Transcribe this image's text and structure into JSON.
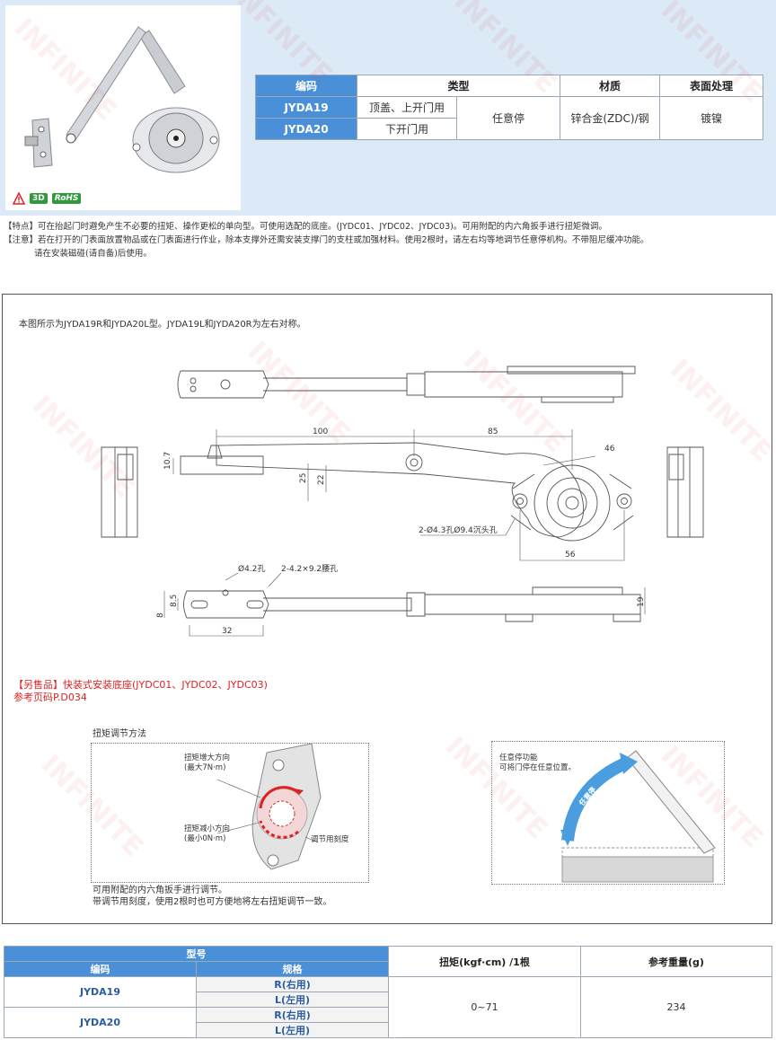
{
  "watermark": "INFINITE",
  "badges": {
    "b3d": "3D",
    "rohs": "RoHS"
  },
  "spec_table": {
    "headers": [
      "编码",
      "类型",
      "材质",
      "表面处理"
    ],
    "rows": [
      {
        "code": "JYDA19",
        "type": "顶盖、上开门用"
      },
      {
        "code": "JYDA20",
        "type": "下开门用"
      }
    ],
    "stop": "任意停",
    "material": "锌合金(ZDC)/钢",
    "finish": "镀镍"
  },
  "notes": {
    "feature": "【特点】可在抬起门时避免产生不必要的扭矩、操作更松的单向型。可使用选配的底座。(JYDC01、JYDC02、JYDC03)。可用附配的内六角扳手进行扭矩微调。",
    "caution1": "【注意】若在打开的门表面放置物品或在门表面进行作业，除本支撑外还需安装支撑门的支柱或加强材料。使用2根时，请左右均等地调节任意停机构。不带阻尼缓冲功能。",
    "caution2": "请在安装磁碰(请自备)后使用。"
  },
  "figure": {
    "caption": "本图所示为JYDA19R和JYDA20L型。JYDA19L和JYDA20R为左右对称。",
    "dims": {
      "d100": "100",
      "d85": "85",
      "d46": "46",
      "d10_7": "10.7",
      "d25": "25",
      "d22": "22",
      "holes": "2-Ø4.3孔Ø9.4沉头孔",
      "d56": "56",
      "hole42": "Ø4.2孔",
      "slot": "2-4.2×9.2腰孔",
      "d8_5": "8.5",
      "d8": "8",
      "d32": "32",
      "d19": "19"
    },
    "option_title": "【另售品】快装式安装底座(JYDC01、JYDC02、JYDC03)",
    "option_ref": "参考页码P.D034",
    "torque_title": "扭矩调节方法",
    "torque_up": "扭矩增大方向",
    "torque_up_max": "(最大7N·m)",
    "torque_down": "扭矩减小方向",
    "torque_down_min": "(最小0N·m)",
    "scale_label": "调节用刻度",
    "torque_note1": "可用附配的内六角扳手进行调节。",
    "torque_note2": "带调节用刻度，使用2根时也可方便地将左右扭矩调节一致。",
    "stop_title": "任意停功能",
    "stop_desc": "可将门停在任意位置。",
    "arrow_text": "任意停"
  },
  "bottom_table": {
    "h_model": "型号",
    "h_code": "编码",
    "h_spec": "规格",
    "h_torque": "扭矩(kgf·cm) /1根",
    "h_weight": "参考重量(g)",
    "rows": [
      {
        "code": "JYDA19",
        "r": "R(右用)",
        "l": "L(左用)"
      },
      {
        "code": "JYDA20",
        "r": "R(右用)",
        "l": "L(左用)"
      }
    ],
    "torque": "0~71",
    "weight": "234"
  },
  "colors": {
    "accent_blue": "#4a90d9",
    "red": "#d22222",
    "band": "#dce9f6",
    "green": "#2f9a3b"
  }
}
